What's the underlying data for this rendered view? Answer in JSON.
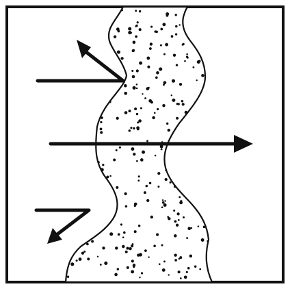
{
  "diagram": {
    "frame": {
      "background": "#ffffff",
      "stroke": "#111111"
    },
    "band": {
      "fill": "#ffffff",
      "stroke": "#111111",
      "dot_color": "#111111",
      "texture": "stippled"
    },
    "arrows": [
      {
        "id": "reflected-upper",
        "kind": "reflected",
        "direction": "up-left",
        "color": "#111111"
      },
      {
        "id": "transmitted",
        "kind": "transmitted",
        "direction": "right",
        "color": "#111111"
      },
      {
        "id": "reflected-lower",
        "kind": "reflected",
        "direction": "down-left",
        "color": "#111111"
      }
    ]
  }
}
